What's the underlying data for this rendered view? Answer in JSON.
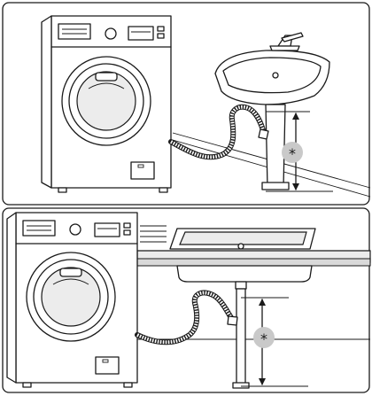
{
  "panels": [
    {
      "id": "top",
      "fixture": "pedestal-sink",
      "marker": "*"
    },
    {
      "id": "bottom",
      "fixture": "counter-sink",
      "marker": "*"
    }
  ],
  "colors": {
    "line": "#1a1a1a",
    "marker_fill": "#c9c9c9",
    "surface": "#ececec",
    "background": "#ffffff"
  }
}
